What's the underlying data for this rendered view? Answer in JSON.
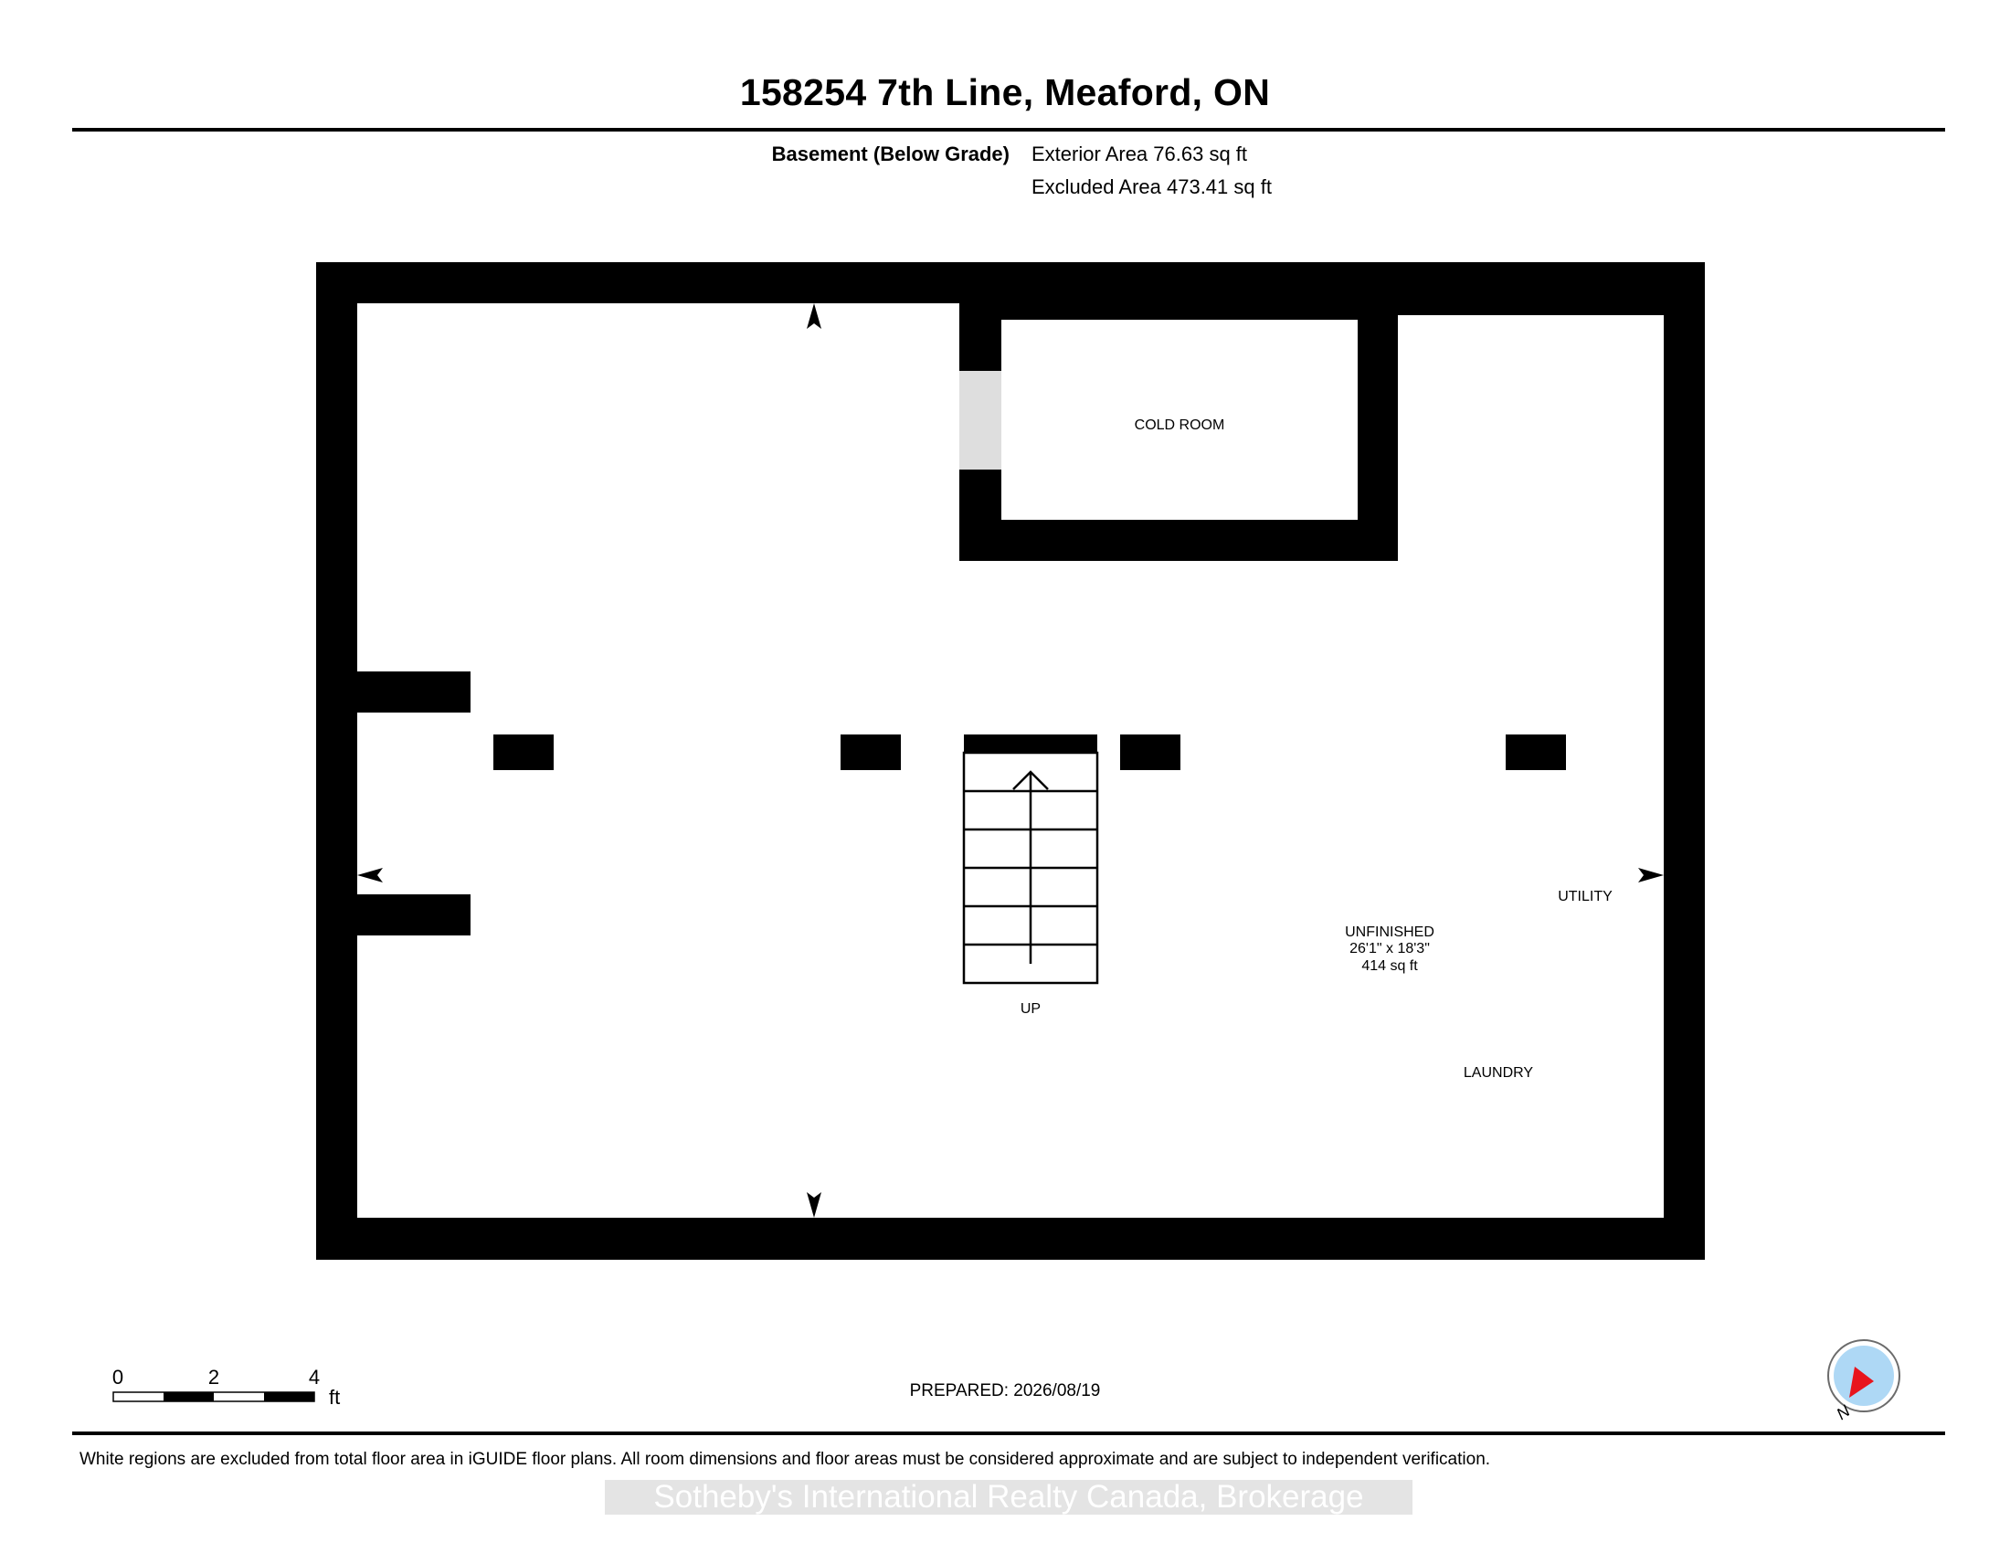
{
  "header": {
    "address": "158254 7th Line, Meaford, ON"
  },
  "area_summary": {
    "level_label": "Basement (Below Grade)",
    "exterior_area": "Exterior Area 76.63 sq ft",
    "excluded_area": "Excluded Area 473.41 sq ft"
  },
  "rooms": {
    "cold_room": "COLD ROOM",
    "unfinished_name": "UNFINISHED",
    "unfinished_dims": "26'1\" x 18'3\"",
    "unfinished_area": "414 sq ft",
    "utility": "UTILITY",
    "laundry": "LAUNDRY",
    "stairs": "UP"
  },
  "scale_bar": {
    "ticks": [
      "0",
      "2",
      "4"
    ],
    "unit": "ft"
  },
  "compass": {
    "north_label": "N",
    "needle_color": "#e8141c",
    "dial_color": "#aed8f5"
  },
  "footer": {
    "prepared": "PREPARED: 2026/08/19",
    "disclaimer": "White regions are excluded from total floor area in iGUIDE floor plans. All room dimensions and floor areas must be considered approximate and are subject to independent verification.",
    "brokerage": "Sotheby's International Realty Canada, Brokerage"
  }
}
